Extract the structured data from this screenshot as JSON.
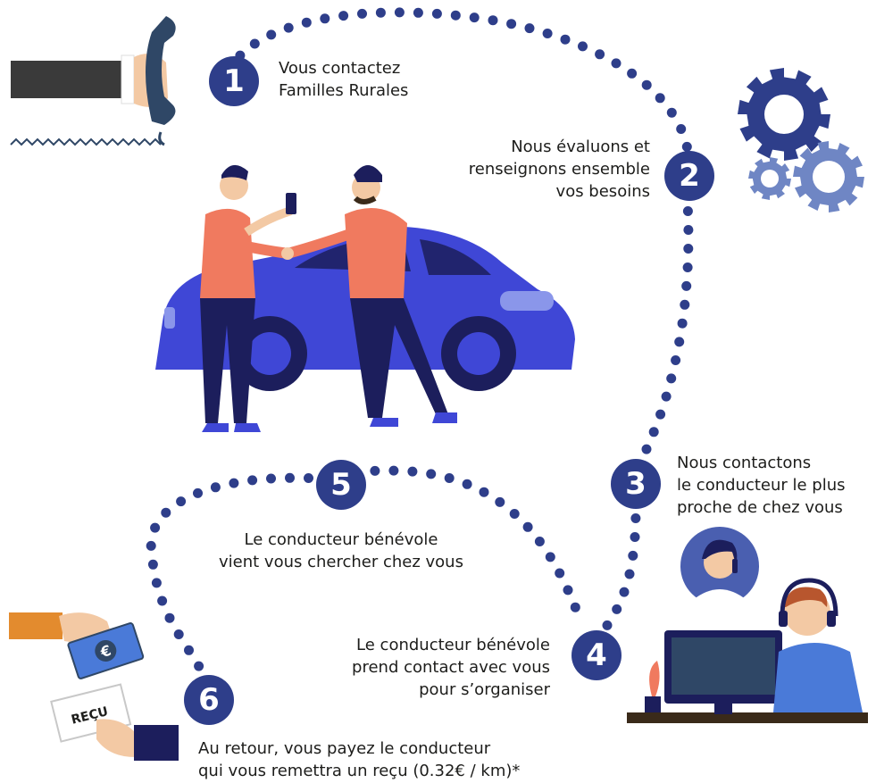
{
  "colors": {
    "dots": "#2e3e8a",
    "circle": "#2e3e8a",
    "gear_dark": "#2e3e8a",
    "gear_light": "#6f86c4",
    "car": "#3f47d6",
    "shirt": "#f07a5f",
    "pants": "#1c1e5c"
  },
  "steps": [
    {
      "number": "1",
      "text": "Vous contactez\nFamilles Rurales"
    },
    {
      "number": "2",
      "text": "Nous évaluons et\nrenseignons ensemble\nvos besoins"
    },
    {
      "number": "3",
      "text": "Nous contactons\nle conducteur le plus\nproche de chez vous"
    },
    {
      "number": "4",
      "text": "Le conducteur bénévole\nprend contact avec vous\npour s’organiser"
    },
    {
      "number": "5",
      "text": "Le conducteur bénévole\nvient vous chercher chez vous"
    },
    {
      "number": "6",
      "text": "Au retour, vous payez le conducteur\nqui vous remettra un reçu (0.32€ / km)*"
    }
  ],
  "illustrations": {
    "receipt_label": "REÇU",
    "euro_symbol": "€",
    "phone_icon": "telephone-handset-icon",
    "gears_icon": "gears-icon",
    "car_icon": "car-handshake-illustration",
    "operator_icon": "operator-headset-illustration"
  }
}
